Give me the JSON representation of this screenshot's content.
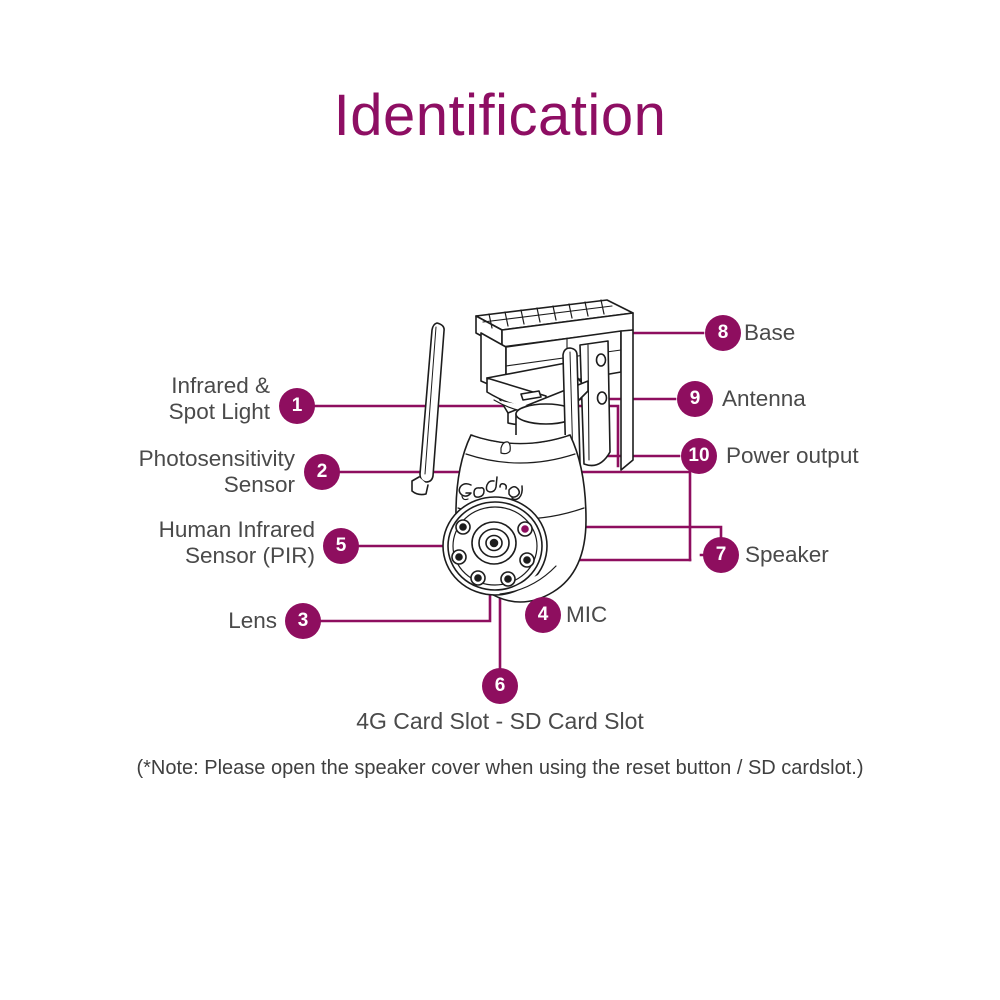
{
  "page": {
    "title": "Identification",
    "accent_color": "#8e0e5f",
    "title_color": "#8e0e63",
    "label_color": "#4a4a4a",
    "background": "#ffffff",
    "device_brand": "Godrej"
  },
  "callouts": [
    {
      "number": "1",
      "label": "Infrared &\nSpot Light",
      "side": "left"
    },
    {
      "number": "2",
      "label": "Photosensitivity\nSensor",
      "side": "left"
    },
    {
      "number": "5",
      "label": "Human Infrared\nSensor (PIR)",
      "side": "left"
    },
    {
      "number": "3",
      "label": "Lens",
      "side": "left"
    },
    {
      "number": "4",
      "label": "MIC",
      "side": "bottom"
    },
    {
      "number": "6",
      "label": "4G Card Slot - SD Card Slot",
      "side": "bottom"
    },
    {
      "number": "7",
      "label": "Speaker",
      "side": "right"
    },
    {
      "number": "8",
      "label": "Base",
      "side": "right"
    },
    {
      "number": "9",
      "label": "Antenna",
      "side": "right"
    },
    {
      "number": "10",
      "label": "Power output",
      "side": "right"
    }
  ],
  "note": "(*Note: Please open the speaker cover when using the reset button / SD cardslot.)"
}
